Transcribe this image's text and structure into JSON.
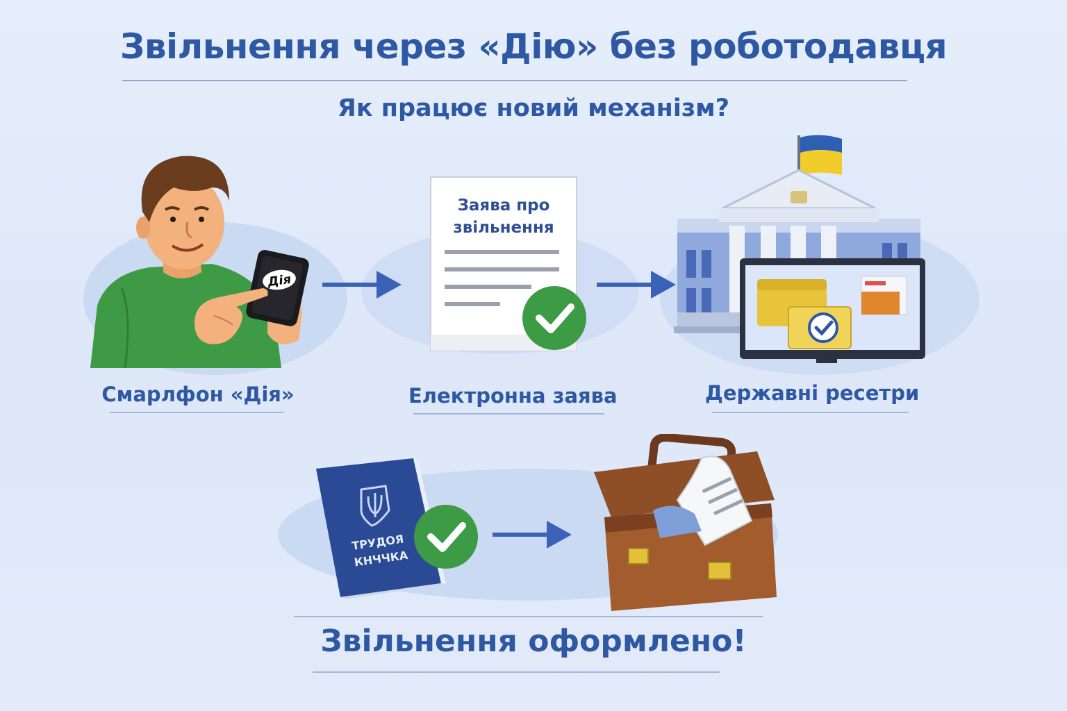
{
  "header": {
    "title": "Звільнення через «Дію» без роботодавця",
    "subtitle": "Як працює новий механізм?"
  },
  "steps": [
    {
      "label": "Смарлфон «Дія»",
      "icon": "person-with-smartphone-icon"
    },
    {
      "label": "Електронна заява",
      "icon": "document-with-checkmark-icon"
    },
    {
      "label": "Державні ресетри",
      "icon": "government-building-monitor-icon"
    }
  ],
  "phone": {
    "app_text": "Дія"
  },
  "document": {
    "title_line1": "Заява про",
    "title_line2": "звільнення"
  },
  "workbook": {
    "line1": "ТРУДОЯ",
    "line2": "КНЧЧКА",
    "icon": "work-record-book-icon"
  },
  "briefcase": {
    "icon": "briefcase-with-documents-icon"
  },
  "result": {
    "label": "Звільнення оформлено!"
  },
  "colors": {
    "accent": "#2f58a3",
    "arrow": "#3a63b8",
    "check": "#3d9a45",
    "flag_blue": "#2f5fb3",
    "flag_yellow": "#f2cc2a"
  }
}
